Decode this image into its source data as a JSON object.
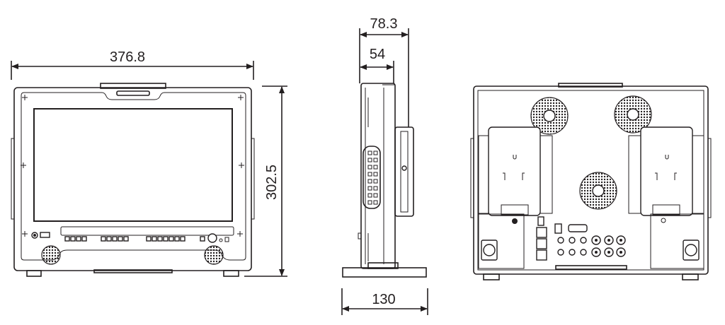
{
  "title": "Monitor dimension drawing",
  "colors": {
    "line": "#231f20",
    "background": "#ffffff"
  },
  "dimensions": {
    "front_width": "376.8",
    "front_height": "302.5",
    "side_depth_total": "78.3",
    "side_depth_body": "54",
    "stand_base_depth": "130"
  },
  "views": [
    "front",
    "side",
    "rear"
  ]
}
